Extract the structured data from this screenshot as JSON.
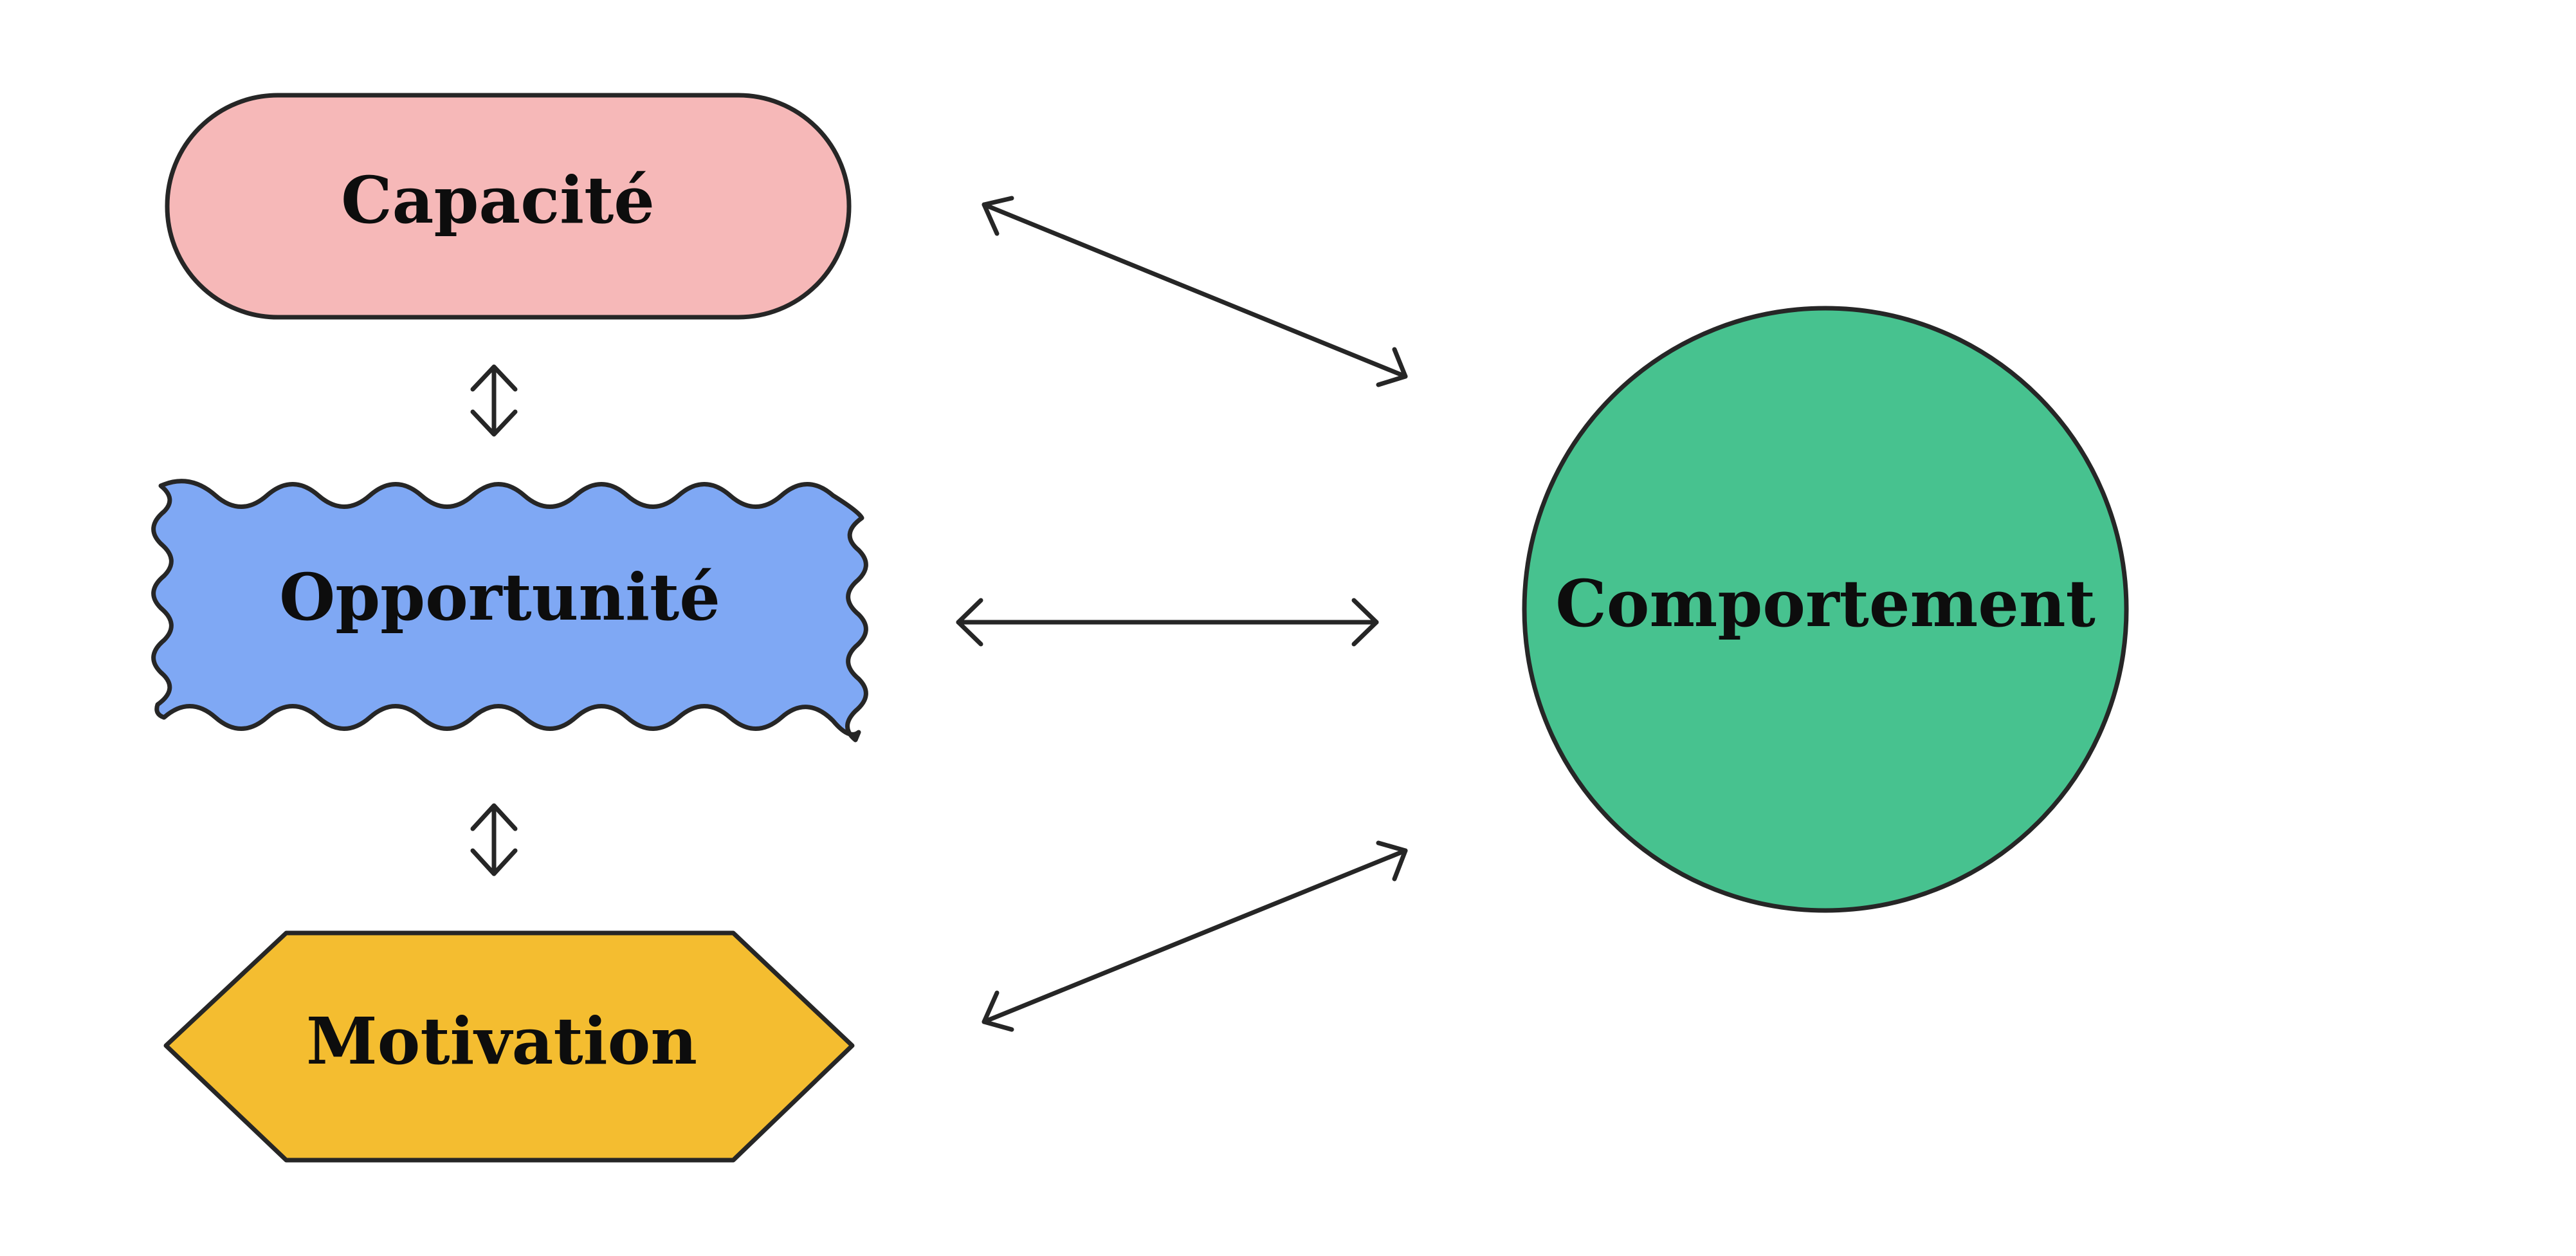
{
  "nodes": {
    "capacite": {
      "label": "Capacité",
      "color": "#f6b8b8"
    },
    "opportunite": {
      "label": "Opportunité",
      "color": "#7fa8f4"
    },
    "motivation": {
      "label": "Motivation",
      "color": "#f4bd30"
    },
    "comportement": {
      "label": "Comportement",
      "color": "#47c28f"
    }
  },
  "edges": [
    {
      "from": "capacite",
      "to": "opportunite",
      "direction": "bidirectional"
    },
    {
      "from": "opportunite",
      "to": "motivation",
      "direction": "bidirectional"
    },
    {
      "from": "capacite",
      "to": "comportement",
      "direction": "bidirectional"
    },
    {
      "from": "opportunite",
      "to": "comportement",
      "direction": "bidirectional"
    },
    {
      "from": "motivation",
      "to": "comportement",
      "direction": "bidirectional"
    }
  ],
  "stroke_color": "#262626",
  "background": "#ffffff"
}
